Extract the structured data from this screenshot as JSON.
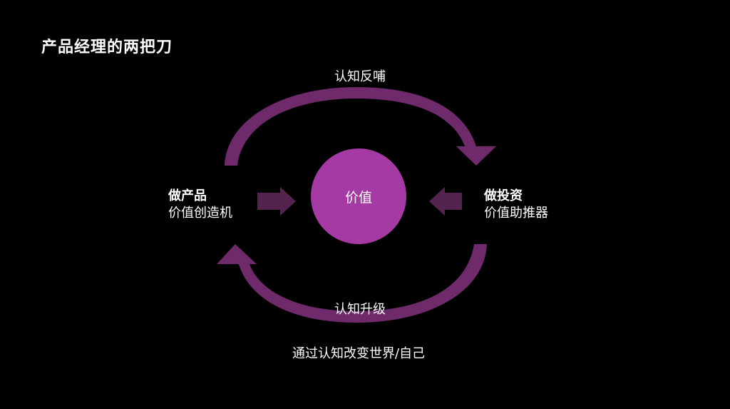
{
  "title": "产品经理的两把刀",
  "center": {
    "label": "价值",
    "color": "#a63aa4"
  },
  "left": {
    "heading": "做产品",
    "subtitle": "价值创造机"
  },
  "right": {
    "heading": "做投资",
    "subtitle": "价值助推器"
  },
  "cycle": {
    "top_label": "认知反哺",
    "bottom_label": "认知升级",
    "arrow_color": "#6e2a6b",
    "arrow_highlight": "#8a3688"
  },
  "footer": "通过认知改变世界/自己",
  "side_arrow_color": "#54244f"
}
